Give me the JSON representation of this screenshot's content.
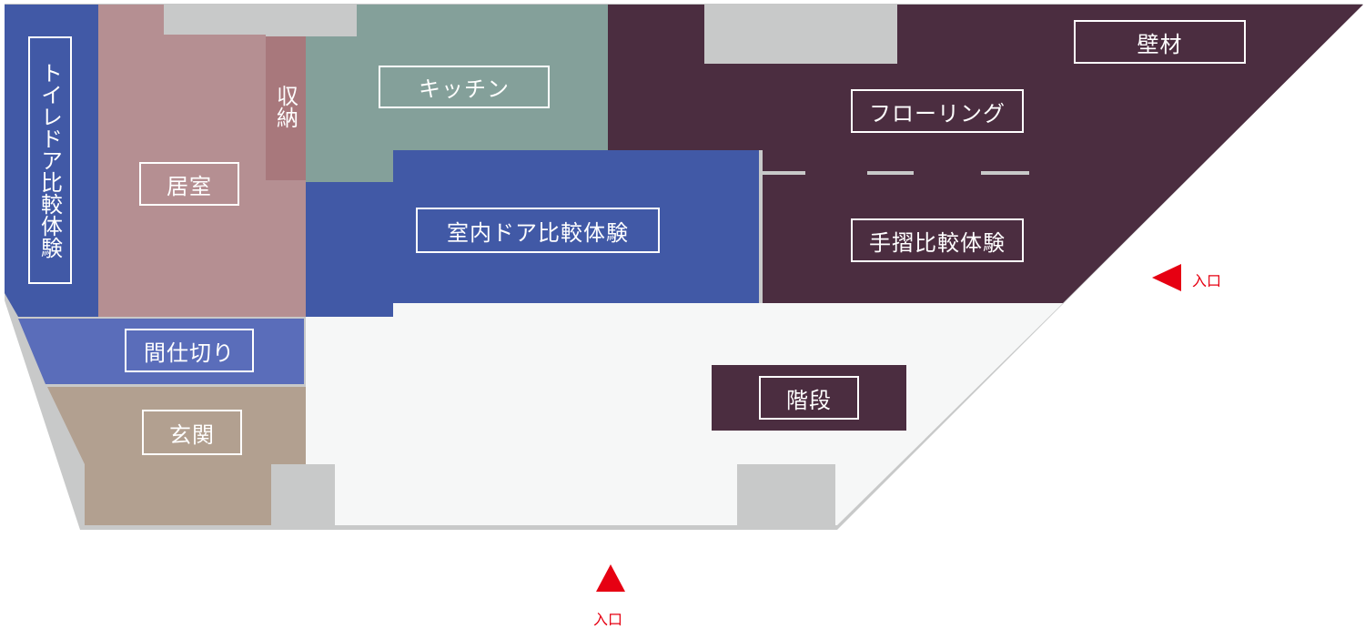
{
  "colors": {
    "blue": "#4159a6",
    "pink": "#b58f92",
    "teal": "#84a09a",
    "plum": "#4b2d40",
    "tan": "#b2a090",
    "wall": "#c8c9c9",
    "floor": "#f6f7f7",
    "entrance_arrow": "#e60012"
  },
  "rooms": {
    "toilet_door": "トイレドア比較体験",
    "living": "居室",
    "storage": "収納",
    "kitchen": "キッチン",
    "interior_door": "室内ドア比較体験",
    "wall_material": "壁材",
    "flooring": "フローリング",
    "handrail": "手摺比較体験",
    "partition": "間仕切り",
    "entryway": "玄関",
    "stairs": "階段"
  },
  "entrances": {
    "right": "入口",
    "bottom": "入口"
  }
}
